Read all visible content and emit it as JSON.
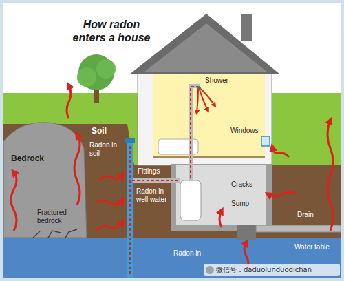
{
  "diagram": {
    "title": "How radon enters a house",
    "labels": [
      "Shower",
      "Soil",
      "Radon in soil",
      "Bedrock",
      "Fittings",
      "Windows",
      "Cracks",
      "Radon in well water",
      "Sump",
      "Drain",
      "Fractured bedrock",
      "Water table",
      "Radon in",
      "微信号：daduolunduodichan"
    ]
  }
}
